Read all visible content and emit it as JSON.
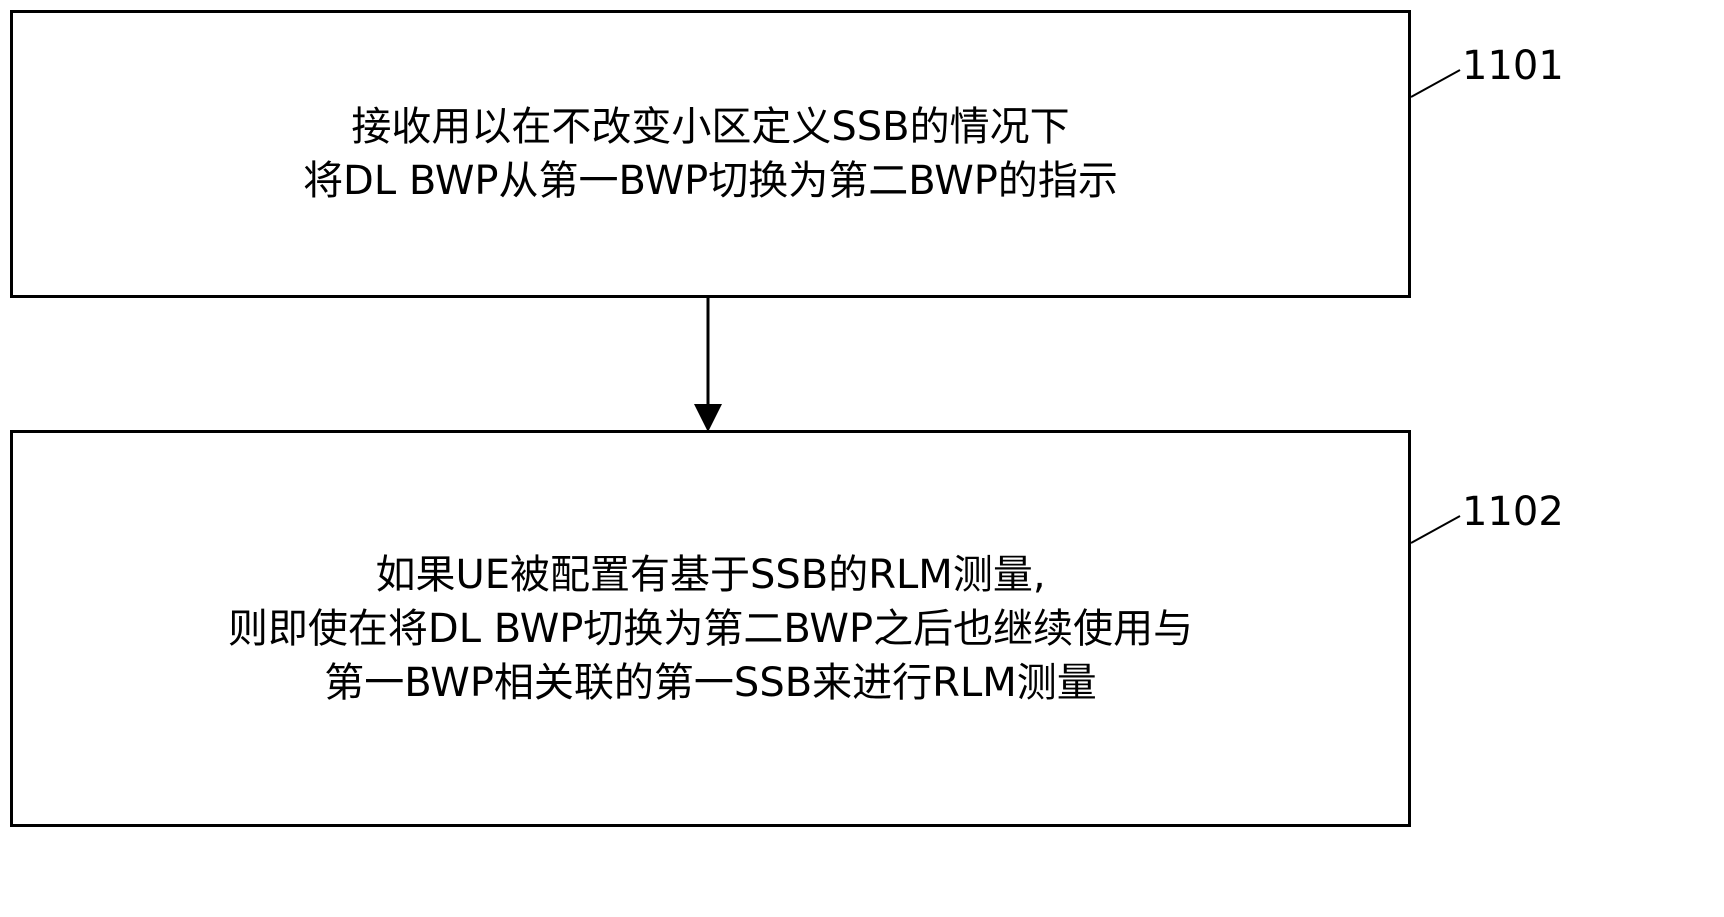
{
  "steps": [
    {
      "number": "1101",
      "lines": [
        "接收用以在不改变小区定义SSB的情况下",
        "将DL BWP从第一BWP切换为第二BWP的指示"
      ]
    },
    {
      "number": "1102",
      "lines": [
        "如果UE被配置有基于SSB的RLM测量,",
        "则即使在将DL BWP切换为第二BWP之后也继续使用与",
        "第一BWP相关联的第一SSB来进行RLM测量"
      ]
    }
  ],
  "colors": {
    "stroke": "#000000",
    "background": "#ffffff"
  }
}
